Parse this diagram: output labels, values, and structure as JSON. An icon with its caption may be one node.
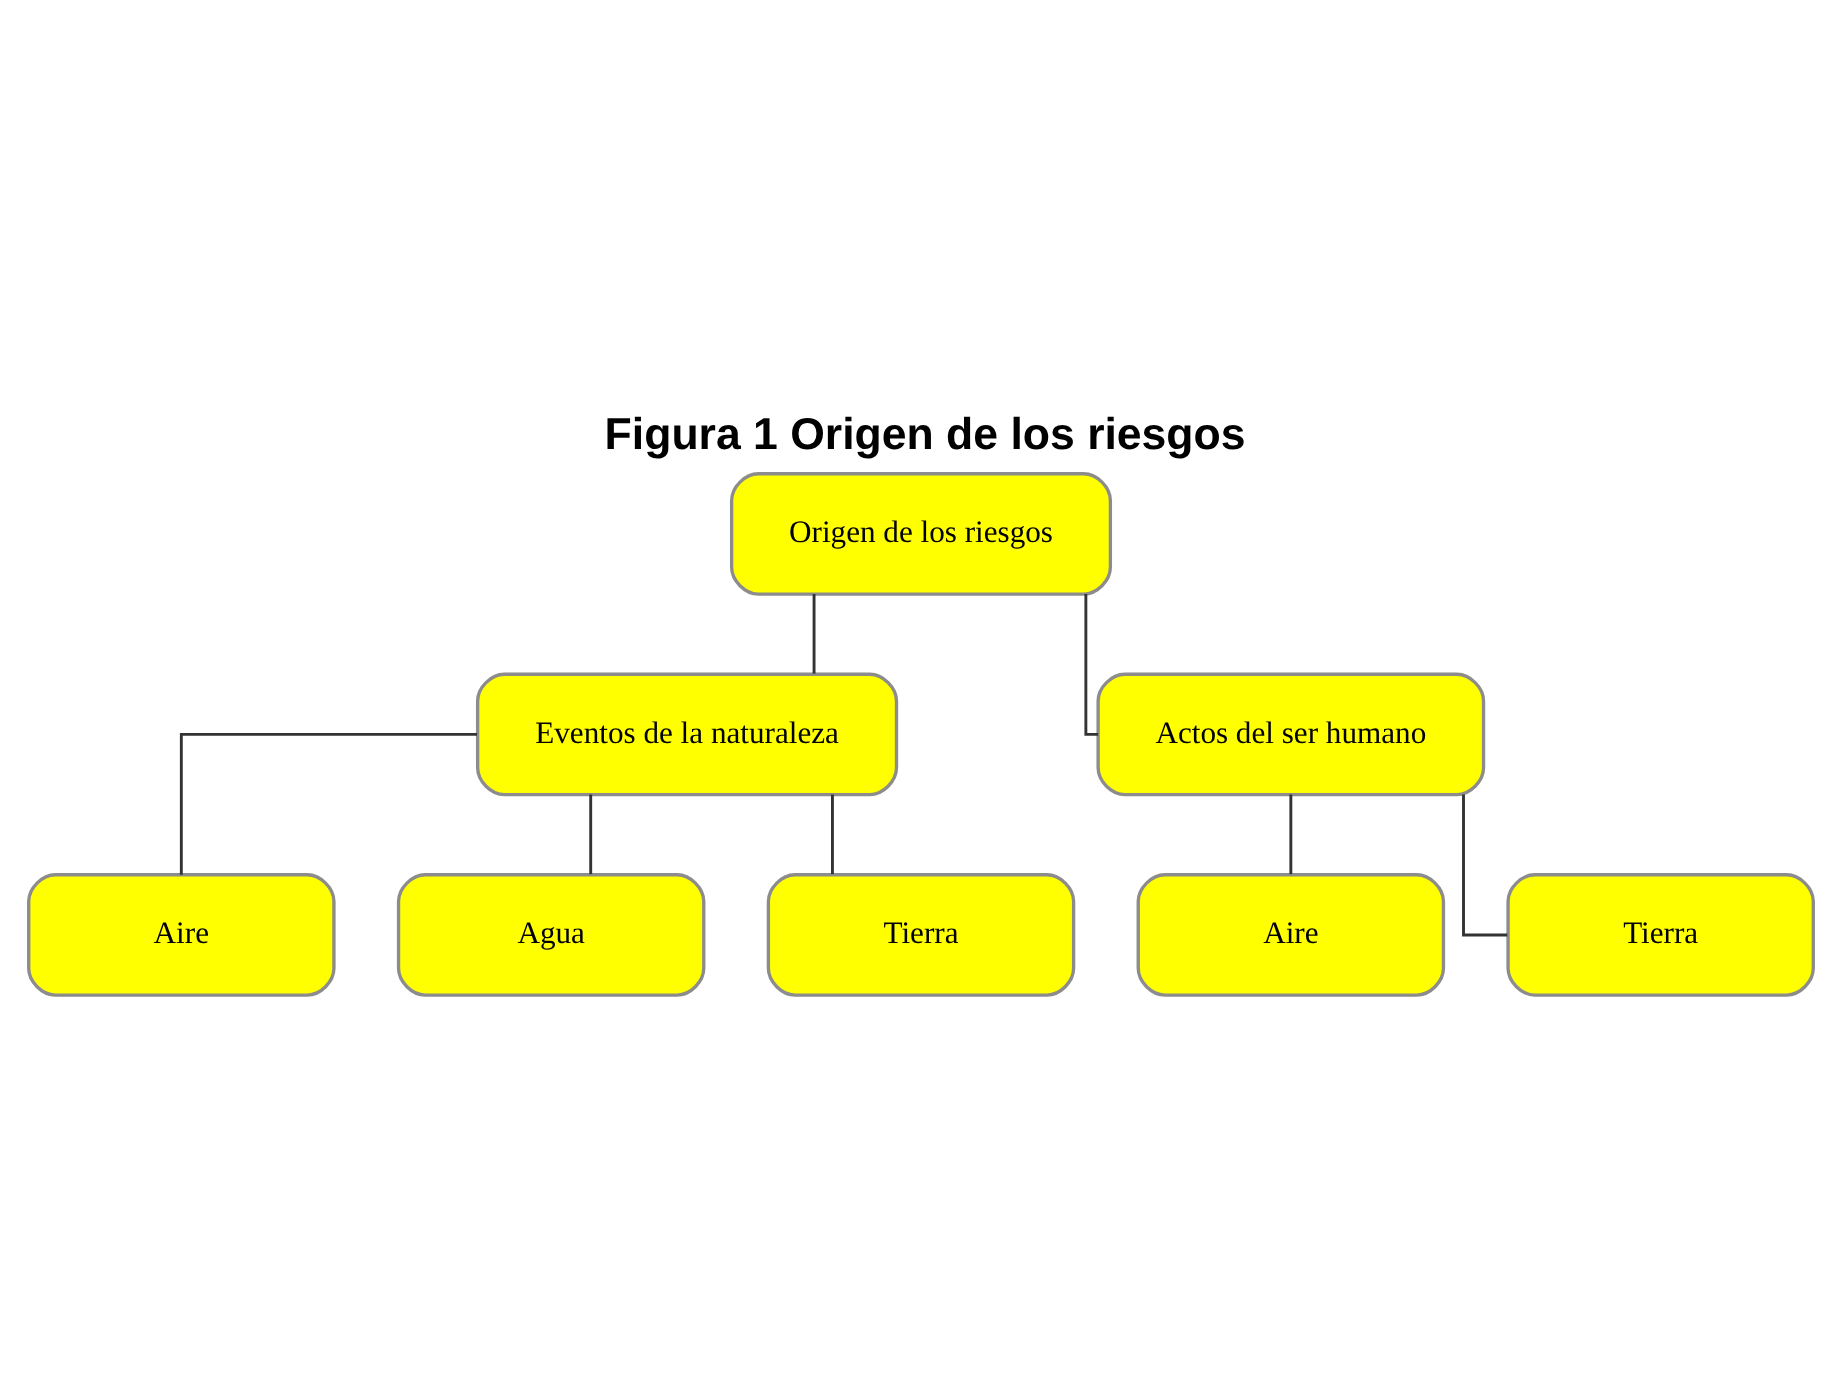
{
  "diagram": {
    "title": "Figura 1 Origen de los riesgos",
    "nodes": [
      {
        "text": [
          "Origen de los riesgos"
        ]
      },
      {
        "text": [
          "Eventos de la naturaleza"
        ]
      },
      {
        "text": [
          "Actos del ser humano"
        ]
      },
      {
        "text": [
          "Aire"
        ]
      },
      {
        "text": [
          "Agua"
        ]
      },
      {
        "text": [
          "Tierra"
        ]
      },
      {
        "text": [
          "Aire"
        ]
      },
      {
        "text": [
          "Tierra"
        ]
      }
    ],
    "edges": [
      {
        "from": 0,
        "to": 1,
        "arrow": "none"
      },
      {
        "from": 0,
        "to": 2,
        "arrow": "none"
      },
      {
        "from": 1,
        "to": 3,
        "arrow": "none"
      },
      {
        "from": 1,
        "to": 4,
        "arrow": "none"
      },
      {
        "from": 1,
        "to": 5,
        "arrow": "none"
      },
      {
        "from": 2,
        "to": 6,
        "arrow": "none"
      },
      {
        "from": 2,
        "to": 7,
        "arrow": "none"
      }
    ]
  }
}
